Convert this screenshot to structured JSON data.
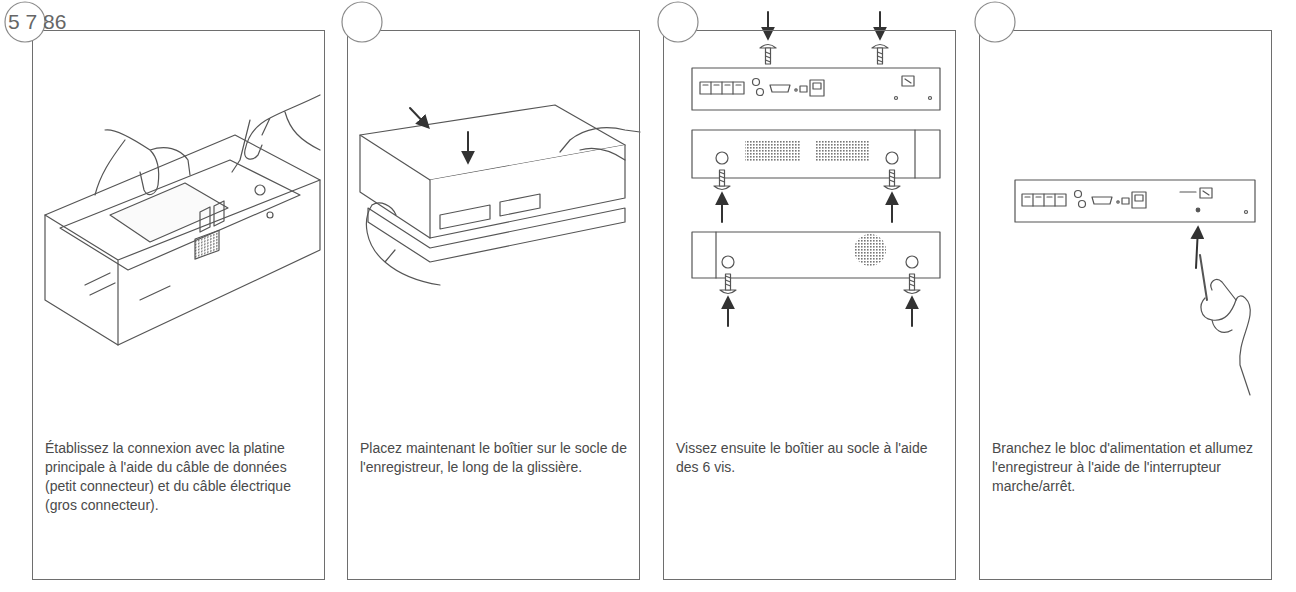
{
  "diagram": {
    "nodes": [
      {
        "text": [
          "Établissez la connexion avec la platine principale à l'aide du câble de données (petit connecteur) et du câble électrique (gros connecteur)."
        ]
      },
      {
        "text": [
          "Placez maintenant le boîtier sur le socle de l'enregistreur, le long de la glissière."
        ]
      },
      {
        "text": [
          "Vissez ensuite le boîtier au socle à l'aide des 6 vis."
        ]
      },
      {
        "text": [
          "Branchez le bloc d'alimentation et allumez l'enregistreur à l'aide de l'interrupteur marche/arrêt."
        ]
      }
    ],
    "labels": [
      "5 7 86"
    ]
  }
}
